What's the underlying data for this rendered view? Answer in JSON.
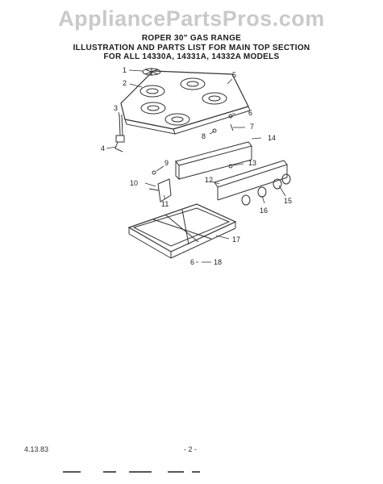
{
  "watermark": {
    "text": "AppliancePartsPros.com",
    "color": "#c9c9c9"
  },
  "header": {
    "line1": "ROPER 30\" GAS RANGE",
    "line2": "ILLUSTRATION AND PARTS LIST FOR MAIN TOP SECTION",
    "line3": "FOR ALL 14330A, 14331A, 14332A MODELS"
  },
  "callouts": [
    "1",
    "2",
    "3",
    "4",
    "5",
    "6",
    "7",
    "8",
    "9",
    "10",
    "11",
    "12",
    "13",
    "14",
    "15",
    "16",
    "17",
    "18"
  ],
  "footnote_marker": "6",
  "footer": {
    "date": "4.13.83",
    "page": "- 2 -"
  }
}
